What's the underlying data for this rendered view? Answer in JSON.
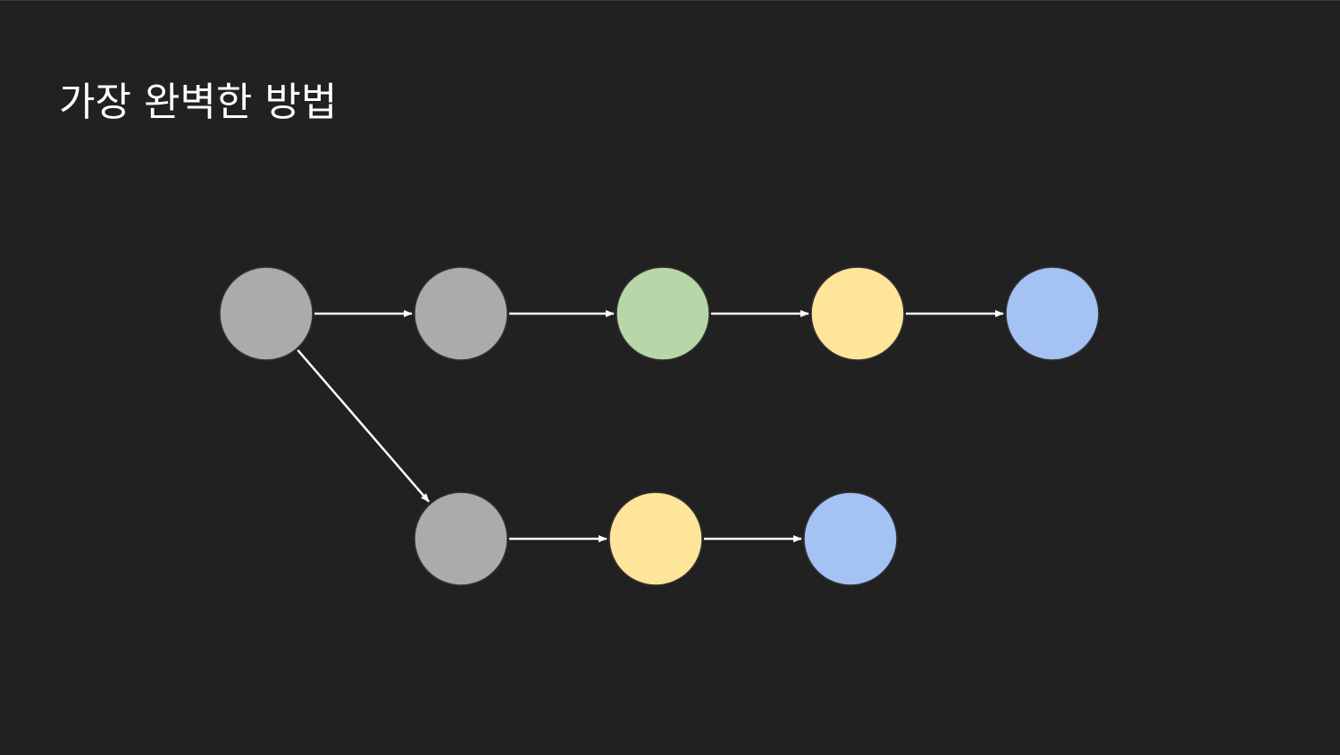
{
  "slide": {
    "title": "가장 완벽한 방법"
  },
  "diagram": {
    "colors": {
      "background": "#212121",
      "arrow": "#ffffff",
      "node_border": "#333333"
    },
    "nodes": [
      {
        "id": "a1",
        "color": "#ababab"
      },
      {
        "id": "a2",
        "color": "#ababab"
      },
      {
        "id": "a3",
        "color": "#b7d7a8"
      },
      {
        "id": "a4",
        "color": "#ffe599"
      },
      {
        "id": "a5",
        "color": "#a4c2f4"
      },
      {
        "id": "b1",
        "color": "#ababab"
      },
      {
        "id": "b2",
        "color": "#ffe599"
      },
      {
        "id": "b3",
        "color": "#a4c2f4"
      }
    ],
    "edges": [
      {
        "from": "a1",
        "to": "a2"
      },
      {
        "from": "a2",
        "to": "a3"
      },
      {
        "from": "a3",
        "to": "a4"
      },
      {
        "from": "a4",
        "to": "a5"
      },
      {
        "from": "a1",
        "to": "b1"
      },
      {
        "from": "b1",
        "to": "b2"
      },
      {
        "from": "b2",
        "to": "b3"
      }
    ]
  }
}
